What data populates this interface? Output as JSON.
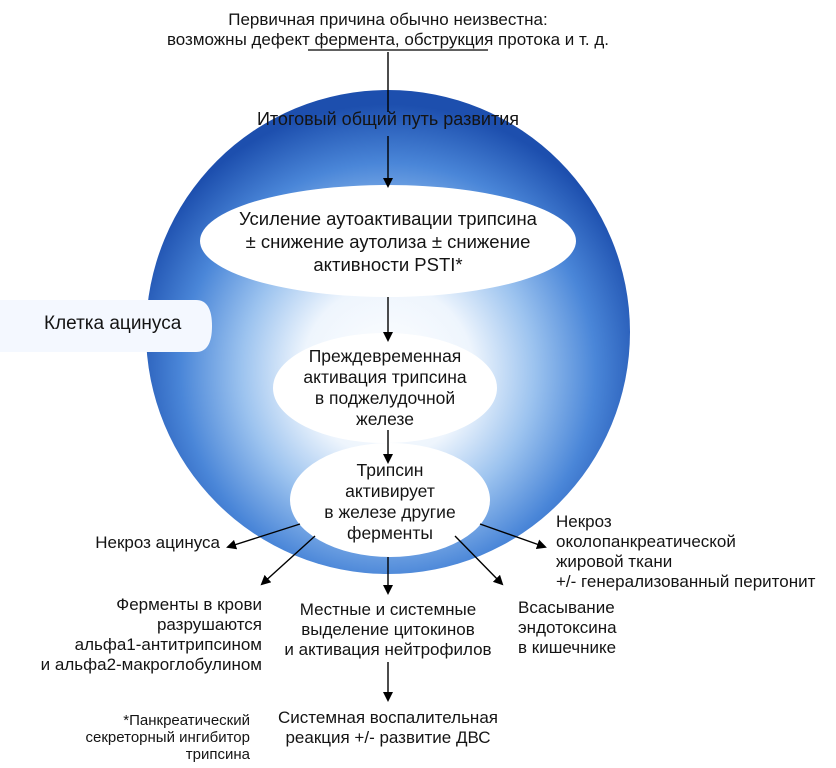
{
  "diagram": {
    "top_cause": [
      "Первичная причина обычно неизвестна:",
      "возможны дефект фермента, обструкция протока и т. д."
    ],
    "final_pathway": "Итоговый общий путь развития",
    "acinar_cell_label": "Клетка ацинуса",
    "ellipse1": [
      "Усиление аутоактивации трипсина",
      "± снижение аутолиза ± снижение",
      "активности PSTI*"
    ],
    "ellipse2": [
      "Преждевременная",
      "активация трипсина",
      "в поджелудочной",
      "железе"
    ],
    "ellipse3": [
      "Трипсин",
      "активирует",
      "в железе другие",
      "ферменты"
    ],
    "acinar_necrosis": "Некроз ацинуса",
    "peripancreatic_necrosis": [
      "Некроз",
      "околопанкреатической",
      "жировой ткани",
      "+/- генерализованный перитонит"
    ],
    "enzymes_in_blood": [
      "Ферменты в крови",
      "разрушаются",
      "альфа1-антитрипсином",
      "и альфа2-макроглобулином"
    ],
    "local_systemic": [
      "Местные и системные",
      "выделение цитокинов",
      "и активация нейтрофилов"
    ],
    "endotoxin": [
      "Всасывание",
      "эндотоксина",
      "в кишечнике"
    ],
    "systemic_response": [
      "Системная воспалительная",
      "реакция +/- развитие ДВС"
    ],
    "footnote": [
      "*Панкреатический",
      "секреторный ингибитор",
      "трипсина"
    ]
  },
  "colors": {
    "sphere_dark": "#1d4fae",
    "sphere_mid": "#4a86d8",
    "sphere_light": "#eef5fd",
    "label_pill": "#f4f8ff",
    "text": "#141414"
  }
}
